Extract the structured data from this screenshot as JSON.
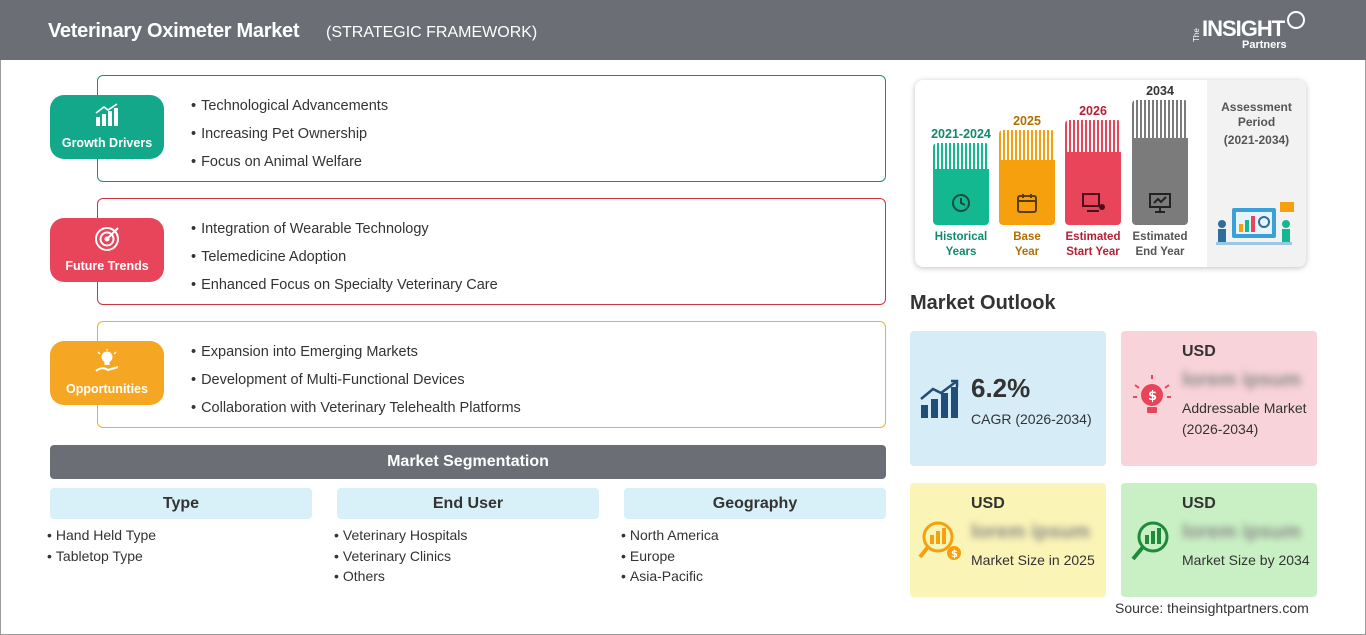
{
  "header": {
    "title": "Veterinary Oximeter Market",
    "subtitle": "(STRATEGIC FRAMEWORK)",
    "logo": {
      "the": "The",
      "insight": "INSIGHT",
      "partners": "Partners"
    }
  },
  "framework": [
    {
      "label": "Growth Drivers",
      "color": "#14a88a",
      "border": "#1b8f74",
      "icon": "bar-chart-up-icon",
      "items": [
        "Technological Advancements",
        "Increasing Pet Ownership",
        "Focus on Animal Welfare"
      ]
    },
    {
      "label": "Future Trends",
      "color": "#e8455a",
      "border": "#d0333f",
      "icon": "target-icon",
      "items": [
        "Integration of Wearable Technology",
        "Telemedicine Adoption",
        "Enhanced Focus on Specialty Veterinary Care"
      ]
    },
    {
      "label": "Opportunities",
      "color": "#f5a623",
      "border": "#f2b21c",
      "icon": "lightbulb-hand-icon",
      "items": [
        "Expansion into Emerging Markets",
        "Development of Multi-Functional Devices",
        "Collaboration with Veterinary Telehealth Platforms"
      ]
    }
  ],
  "segmentation": {
    "title": "Market Segmentation",
    "columns": [
      {
        "head": "Type",
        "items": [
          "Hand Held Type",
          "Tabletop Type"
        ]
      },
      {
        "head": "End User",
        "items": [
          "Veterinary Hospitals",
          "Veterinary Clinics",
          "Others"
        ]
      },
      {
        "head": "Geography",
        "items": [
          "North America",
          "Europe",
          "Asia-Pacific"
        ]
      }
    ]
  },
  "timeline": {
    "columns": [
      {
        "year": "2021-2024",
        "caption": [
          "Historical",
          "Years"
        ],
        "color": "#14b890",
        "textColor": "#108a6b",
        "icon": "history-icon"
      },
      {
        "year": "2025",
        "caption": [
          "Base",
          "Year"
        ],
        "color": "#f5a00c",
        "textColor": "#b07000",
        "icon": "calendar-icon"
      },
      {
        "year": "2026",
        "caption": [
          "Estimated",
          "Start Year"
        ],
        "color": "#e8455a",
        "textColor": "#b52036",
        "icon": "presentation-icon"
      },
      {
        "year": "2034",
        "caption": [
          "Estimated",
          "End Year"
        ],
        "color": "#7b7b7b",
        "textColor": "#555555",
        "icon": "monitor-icon"
      }
    ],
    "assessment": {
      "title": [
        "Assessment",
        "Period"
      ],
      "period": "(2021-2034)"
    }
  },
  "outlook": {
    "title": "Market Outlook",
    "cagr": {
      "value": "6.2%",
      "label": "CAGR (2026-2034)",
      "icon": "growth-chart-icon",
      "color": "#d6ecf7"
    },
    "addressable": {
      "usd": "USD",
      "value": "lorem ipsum",
      "label": "Addressable Market (2026-2034)",
      "icon": "money-bulb-icon",
      "color": "#f8d3d9"
    },
    "size2025": {
      "usd": "USD",
      "value": "lorem ipsum",
      "label": "Market Size in 2025",
      "icon": "money-search-icon",
      "color": "#fbf4b7"
    },
    "size2034": {
      "usd": "USD",
      "value": "lorem ipsum",
      "label": "Market Size by 2034",
      "icon": "chart-search-icon",
      "color": "#c9f0c4"
    }
  },
  "source": "Source: theinsightpartners.com"
}
